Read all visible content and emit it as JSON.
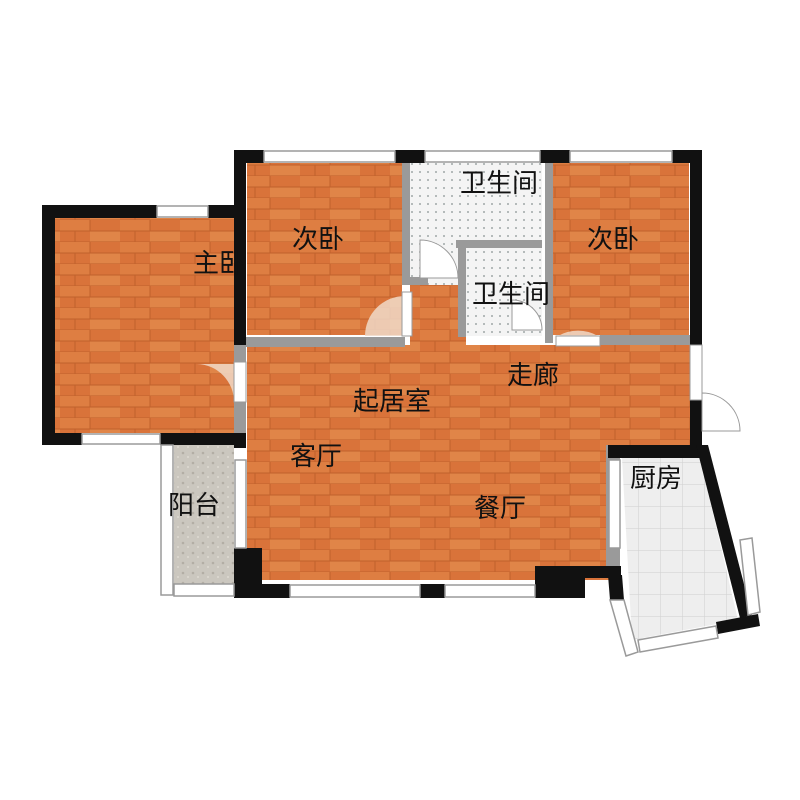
{
  "rooms": {
    "master_bedroom": "主卧",
    "second_bedroom_left": "次卧",
    "bathroom_top": "卫生间",
    "second_bedroom_right": "次卧",
    "bathroom_small": "卫生间",
    "living_area": "起居室",
    "corridor": "走廊",
    "living_room": "客厅",
    "balcony": "阳台",
    "kitchen": "厨房",
    "dining_room": "餐厅"
  },
  "colors": {
    "wood_floor": "#d9733a",
    "wood_floor_alt": "#e28a4e",
    "wall": "#111111",
    "partition": "#9a9a9a",
    "tile": "#f2f2f2",
    "balcony_tile": "#c9c5bd"
  }
}
